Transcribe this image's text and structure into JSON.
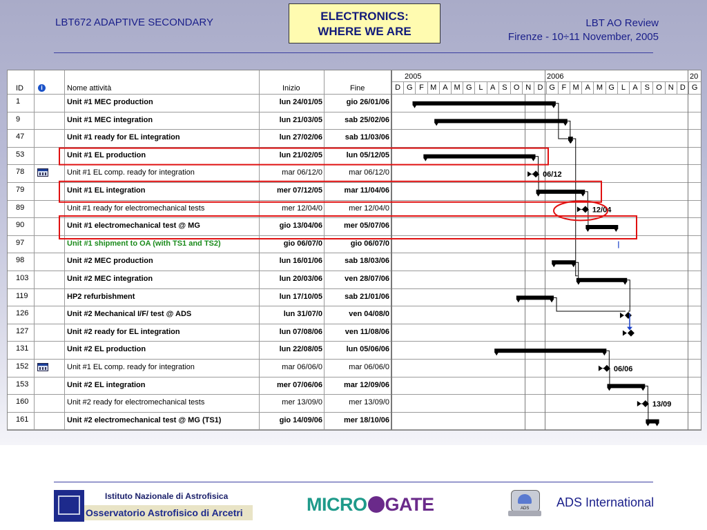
{
  "header": {
    "left": "LBT672 ADAPTIVE SECONDARY",
    "title_line1": "ELECTRONICS:",
    "title_line2": "WHERE WE ARE",
    "right_line1": "LBT AO Review",
    "right_line2": "Firenze - 10÷11 November, 2005"
  },
  "columns": {
    "id": "ID",
    "name": "Nome attività",
    "start": "Inizio",
    "end": "Fine"
  },
  "timeline": {
    "years": [
      "2005",
      "2006",
      "20"
    ],
    "months": [
      "D",
      "G",
      "F",
      "M",
      "A",
      "M",
      "G",
      "L",
      "A",
      "S",
      "O",
      "N",
      "D",
      "G",
      "F",
      "M",
      "A",
      "M",
      "G",
      "L",
      "A",
      "S",
      "O",
      "N",
      "D",
      "G"
    ]
  },
  "tasks": [
    {
      "id": "1",
      "name": "Unit #1 MEC production",
      "start": "lun 24/01/05",
      "end": "gio 26/01/06",
      "bold": true
    },
    {
      "id": "9",
      "name": "Unit #1 MEC integration",
      "start": "lun 21/03/05",
      "end": "sab 25/02/06",
      "bold": true
    },
    {
      "id": "47",
      "name": "Unit #1 ready for EL integration",
      "start": "lun 27/02/06",
      "end": "sab 11/03/06",
      "bold": true
    },
    {
      "id": "53",
      "name": "Unit #1 EL production",
      "start": "lun 21/02/05",
      "end": "lun 05/12/05",
      "bold": true
    },
    {
      "id": "78",
      "name": "Unit #1 EL comp. ready for integration",
      "start": "mar 06/12/0",
      "end": "mar 06/12/0",
      "bold": false,
      "icon": "calendar-icon"
    },
    {
      "id": "79",
      "name": "Unit #1 EL integration",
      "start": "mer 07/12/05",
      "end": "mar 11/04/06",
      "bold": true
    },
    {
      "id": "89",
      "name": "Unit #1 ready for electromechanical tests",
      "start": "mer 12/04/0",
      "end": "mer 12/04/0",
      "bold": false
    },
    {
      "id": "90",
      "name": "Unit #1 electromechanical test @ MG",
      "start": "gio 13/04/06",
      "end": "mer 05/07/06",
      "bold": true
    },
    {
      "id": "97",
      "name": "Unit #1 shipment to OA (with TS1 and TS2)",
      "start": "gio 06/07/0",
      "end": "gio 06/07/0",
      "bold": true,
      "green": true
    },
    {
      "id": "98",
      "name": "Unit #2 MEC production",
      "start": "lun 16/01/06",
      "end": "sab 18/03/06",
      "bold": true
    },
    {
      "id": "103",
      "name": "Unit #2 MEC integration",
      "start": "lun 20/03/06",
      "end": "ven 28/07/06",
      "bold": true
    },
    {
      "id": "119",
      "name": "HP2 refurbishment",
      "start": "lun 17/10/05",
      "end": "sab 21/01/06",
      "bold": true
    },
    {
      "id": "126",
      "name": "Unit #2 Mechanical I/F/ test @ ADS",
      "start": "lun 31/07/0",
      "end": "ven 04/08/0",
      "bold": true
    },
    {
      "id": "127",
      "name": "Unit #2 ready for EL integration",
      "start": "lun 07/08/06",
      "end": "ven 11/08/06",
      "bold": true
    },
    {
      "id": "131",
      "name": "Unit #2 EL production",
      "start": "lun 22/08/05",
      "end": "lun 05/06/06",
      "bold": true
    },
    {
      "id": "152",
      "name": "Unit #1 EL comp. ready for integration",
      "start": "mar 06/06/0",
      "end": "mar 06/06/0",
      "bold": false,
      "icon": "calendar-icon"
    },
    {
      "id": "153",
      "name": "Unit #2 EL integration",
      "start": "mer 07/06/06",
      "end": "mar 12/09/06",
      "bold": true
    },
    {
      "id": "160",
      "name": "Unit #2 ready for electromechanical tests",
      "start": "mer 13/09/0",
      "end": "mer 13/09/0",
      "bold": false
    },
    {
      "id": "161",
      "name": "Unit #2 electromechanical test @ MG (TS1)",
      "start": "gio 14/09/06",
      "end": "mer 18/10/06",
      "bold": true
    }
  ],
  "milestone_labels": [
    "06/12",
    "12/04",
    "06/06",
    "13/09"
  ],
  "footer": {
    "inaf_line1": "Istituto Nazionale di Astrofisica",
    "inaf_line2": "Osservatorio Astrofisico di Arcetri",
    "mg_left": "MICRO",
    "mg_right": "GATE",
    "ads_tag": "ADS",
    "ads_text": "ADS International"
  },
  "colors": {
    "highlight": "#e01010",
    "bar": "#000000",
    "link": "#1a40c8",
    "title_bg": "#fffbb0",
    "text_blue": "#1a1f8a"
  }
}
